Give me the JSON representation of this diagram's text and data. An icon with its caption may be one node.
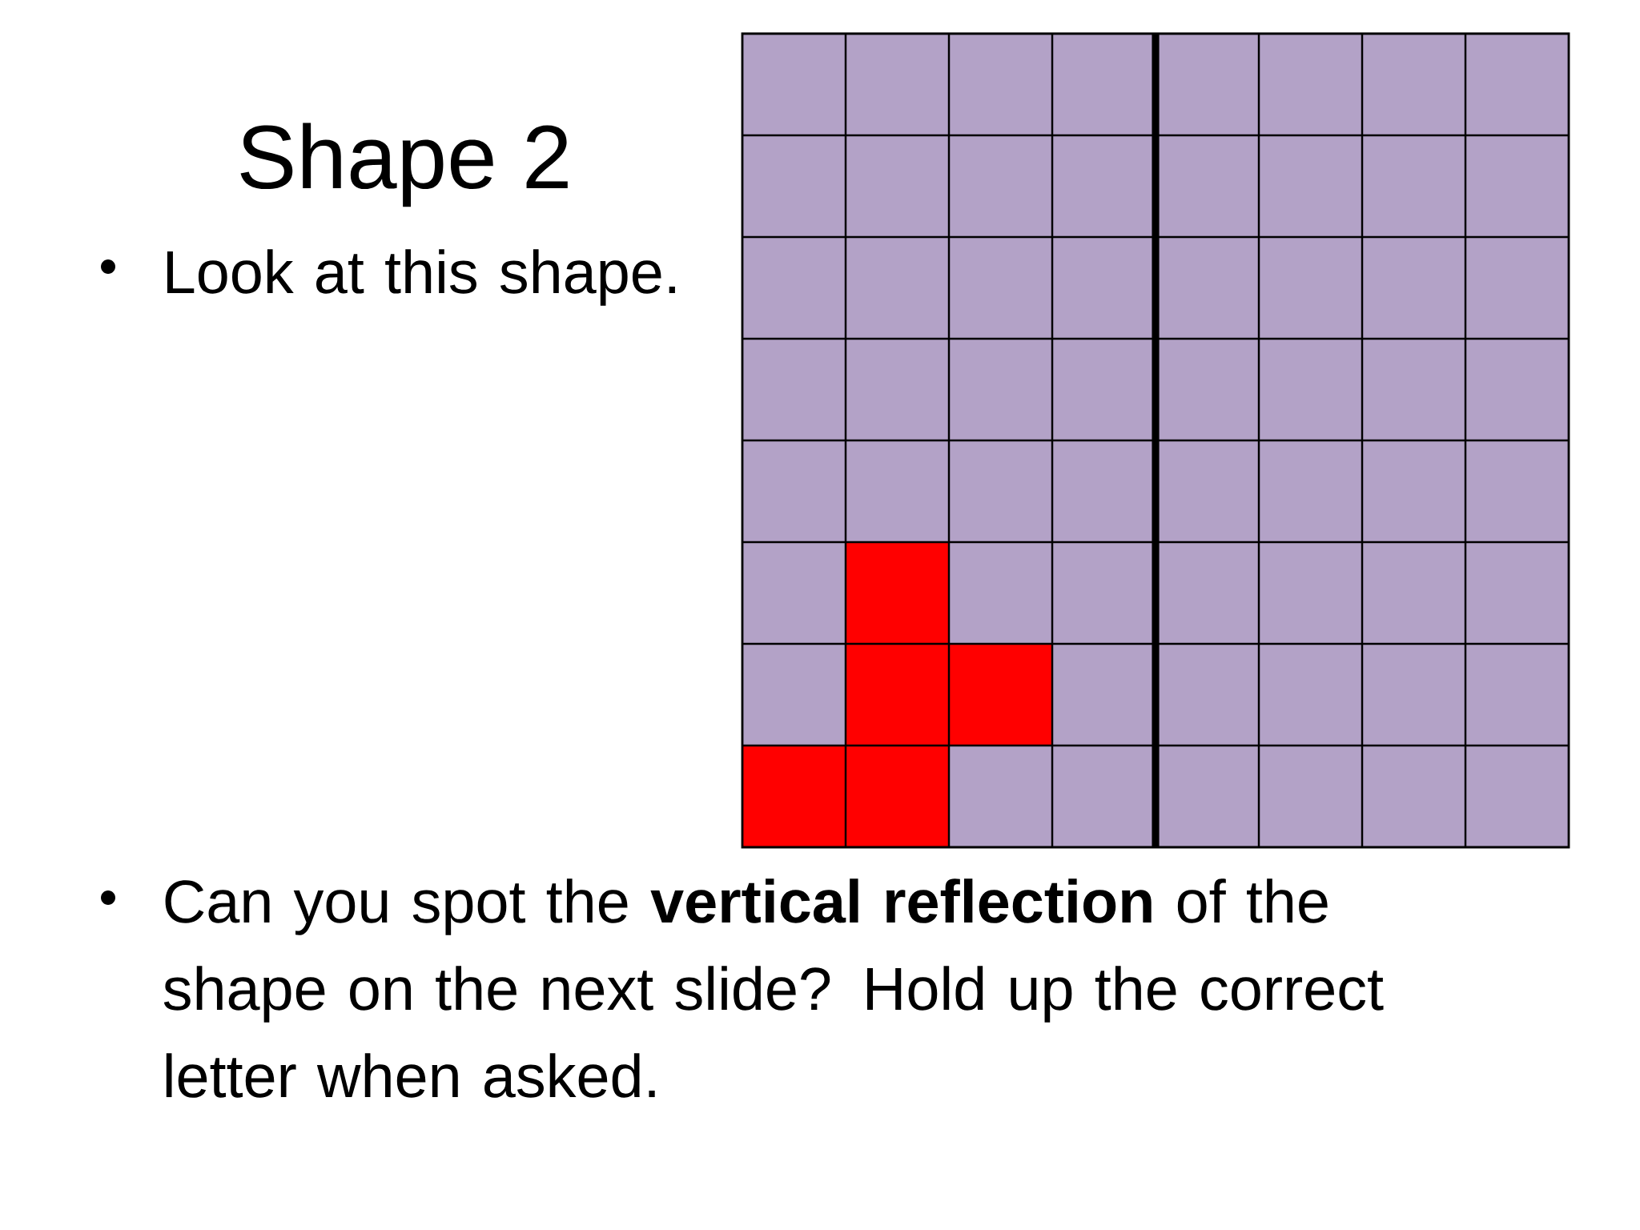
{
  "diagram": {
    "title": "Shape 2",
    "labels": [
      "Look at this shape.",
      "Can you spot the **vertical reflection** of the shape on the next slide? Hold up the correct letter when asked."
    ]
  }
}
